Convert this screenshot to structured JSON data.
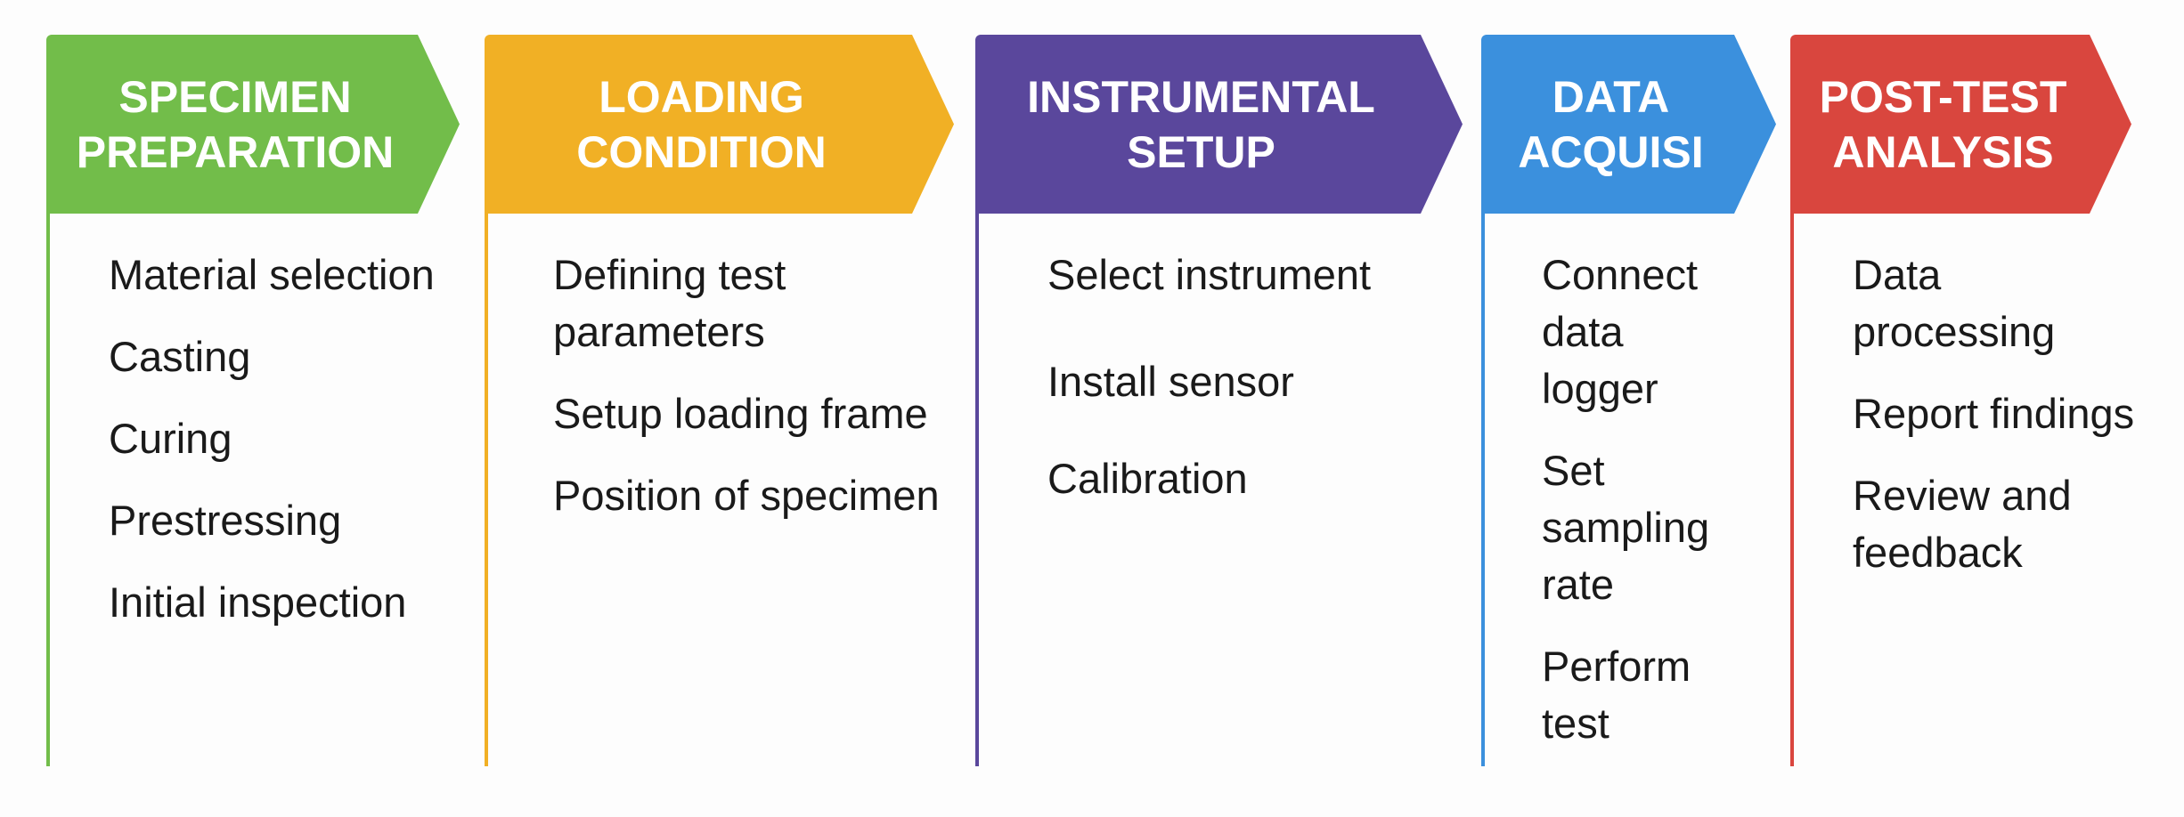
{
  "stages": [
    {
      "title_line1": "SPECIMEN",
      "title_line2": "PREPARATION",
      "color": "#72bd4a",
      "items": [
        "Material selection",
        "Casting",
        "Curing",
        "Prestressing",
        "Initial inspection"
      ]
    },
    {
      "title_line1": "LOADING",
      "title_line2": "CONDITION",
      "color": "#f1b025",
      "items": [
        "Defining test parameters",
        "Setup loading frame",
        "Position of specimen"
      ]
    },
    {
      "title_line1": "INSTRUMENTAL",
      "title_line2": "SETUP",
      "color": "#5a479c",
      "items": [
        "Select instrument",
        "Install sensor",
        "Calibration"
      ]
    },
    {
      "title_line1": "DATA",
      "title_line2": "ACQUISI",
      "color": "#3b90dd",
      "items": [
        "Connect data logger",
        "Set sampling rate",
        "Perform test"
      ]
    },
    {
      "title_line1": "POST-TEST",
      "title_line2": "ANALYSIS",
      "color": "#d9463e",
      "items": [
        "Data processing",
        "Report findings",
        "Review and feedback"
      ]
    }
  ]
}
